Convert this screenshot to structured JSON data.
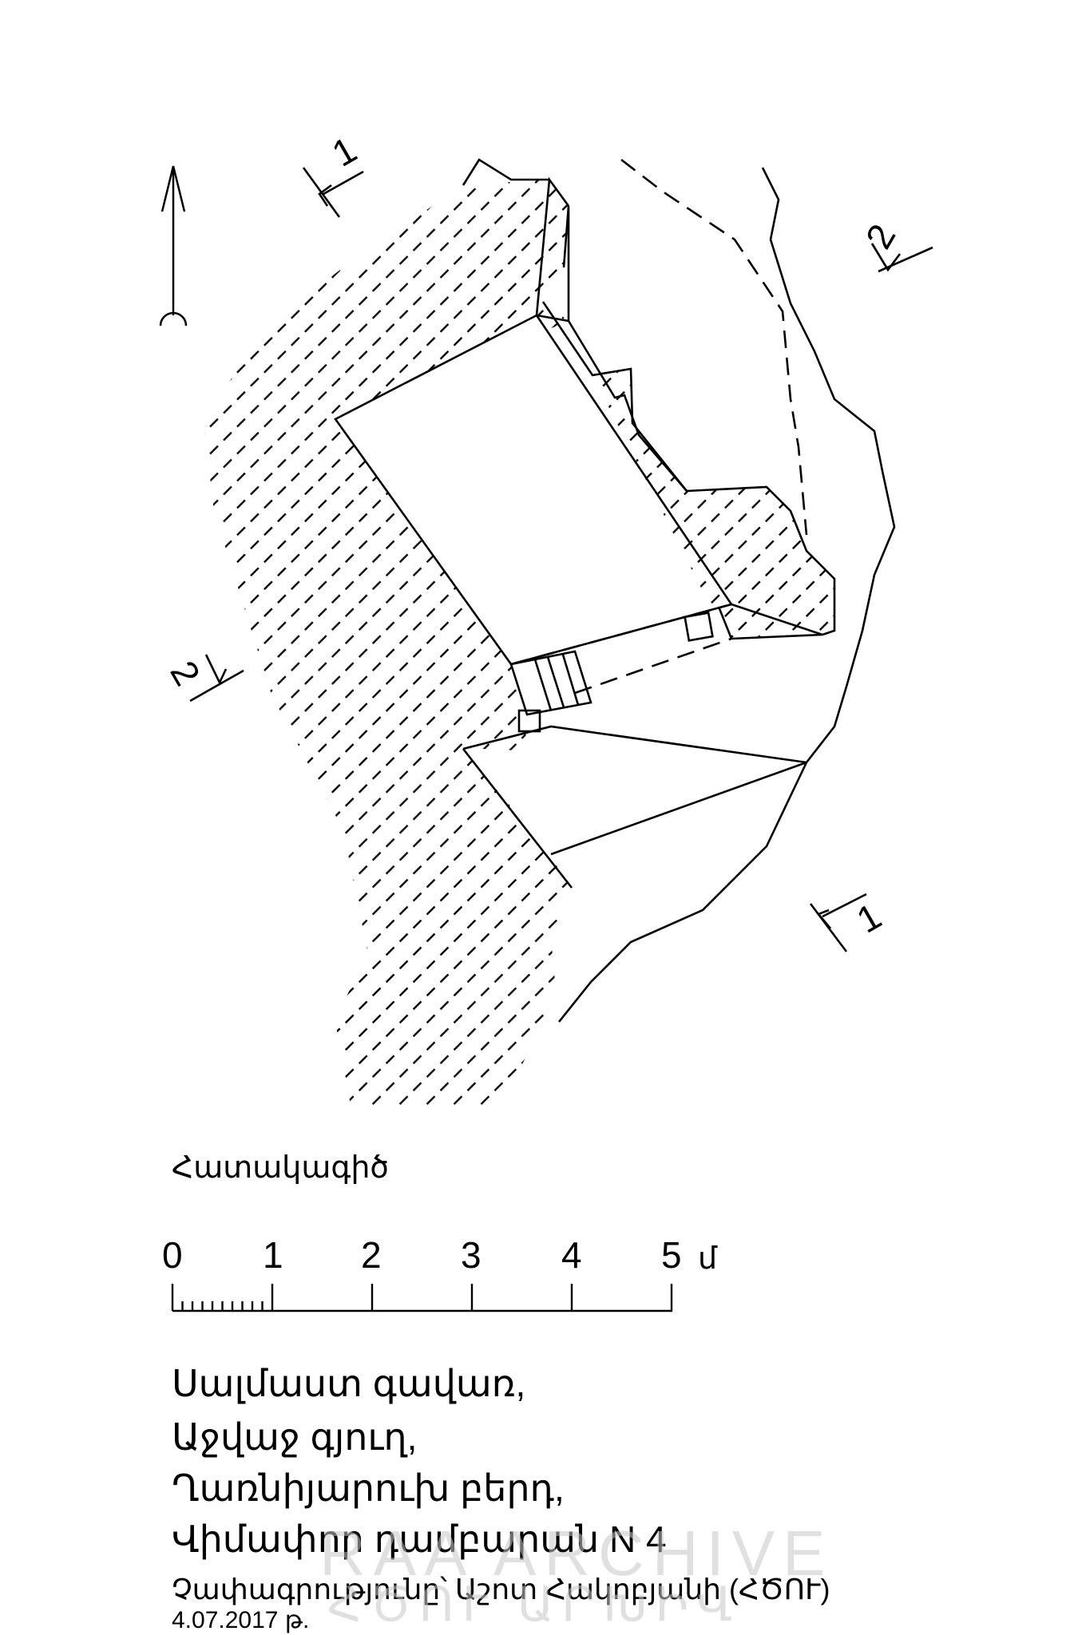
{
  "drawing": {
    "heading": "Հատակագիծ",
    "section_marks": [
      "1",
      "2",
      "2",
      "1"
    ]
  },
  "scale": {
    "labels": [
      "0",
      "1",
      "2",
      "3",
      "4",
      "5"
    ],
    "unit": "մ"
  },
  "caption": {
    "lines": [
      "Սալմաստ գավառ,",
      "Աջվաջ գյուղ,",
      "Ղառնիյարուխ բերդ,",
      "Վիմափոր դամբարան N 4"
    ],
    "measured_by": "Չափագրությունը՝ Աշոտ Հակոբյանի (ՀԾՈՒ)",
    "date": "4.07.2017 թ."
  },
  "watermark": {
    "line1": "RAA ARCHIVE",
    "line2": "ՀԾՈՒ ԱՐԽԻՎ"
  },
  "colors": {
    "ink": "#000000",
    "background": "#ffffff",
    "watermark": "#c8c8c8"
  }
}
